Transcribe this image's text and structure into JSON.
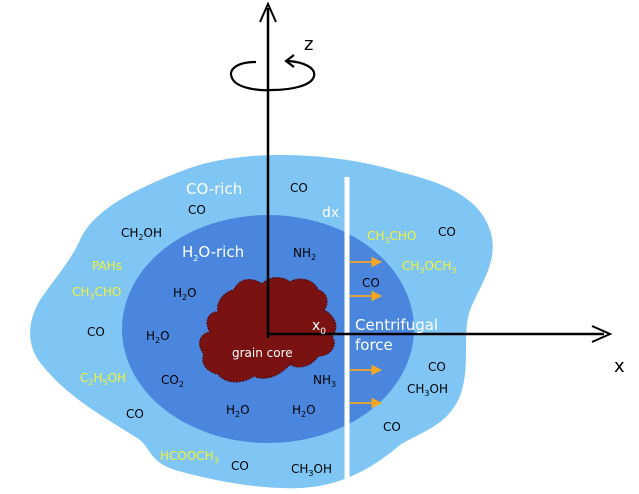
{
  "axes": {
    "z_label": "z",
    "x_label": "x"
  },
  "regions": {
    "outer_label": "CO-rich",
    "inner_label_main": "H",
    "inner_label_sub": "2",
    "inner_label_rest": "O-rich",
    "core_label": "grain core"
  },
  "annotations": {
    "dx": "dx",
    "x0_main": "x",
    "x0_sub": "0",
    "centrifugal_1": "Centrifugal",
    "centrifugal_2": "force"
  },
  "colors": {
    "outer_mantle": "#7fc6f5",
    "inner_mantle": "#4a86dd",
    "grain_core": "#7a1212",
    "yellow_molecule": "#f2f236",
    "arrow": "#f5a623",
    "text_white": "#ffffff"
  },
  "molecules": {
    "co_top": {
      "main": "CO"
    },
    "co_top2": {
      "main": "CO"
    },
    "ch2oh": {
      "p1": "CH",
      "s1": "2",
      "p2": "OH"
    },
    "pahs": {
      "main": "PAHs"
    },
    "ch3cho_left": {
      "p1": "CH",
      "s1": "3",
      "p2": "CHO"
    },
    "co_left": {
      "main": "CO"
    },
    "c2h5oh": {
      "p1": "C",
      "s1": "2",
      "p2": "H",
      "s2": "5",
      "p3": "OH"
    },
    "co_left_bottom": {
      "main": "CO"
    },
    "hcooch3": {
      "p1": "HCOOCH",
      "s1": "3"
    },
    "co_bottom": {
      "main": "CO"
    },
    "ch3oh_bottom": {
      "p1": "CH",
      "s1": "3",
      "p2": "OH"
    },
    "nh2": {
      "p1": "NH",
      "s1": "2"
    },
    "h2o_1": {
      "p1": "H",
      "s1": "2",
      "p2": "O"
    },
    "h2o_2": {
      "p1": "H",
      "s1": "2",
      "p2": "O"
    },
    "co2": {
      "p1": "CO",
      "s1": "2"
    },
    "h2o_3": {
      "p1": "H",
      "s1": "2",
      "p2": "O"
    },
    "h2o_4": {
      "p1": "H",
      "s1": "2",
      "p2": "O"
    },
    "nh3": {
      "p1": "NH",
      "s1": "3"
    },
    "ch3cho_right": {
      "p1": "CH",
      "s1": "3",
      "p2": "CHO"
    },
    "co_right_top": {
      "main": "CO"
    },
    "ch3och3": {
      "p1": "CH",
      "s1": "3",
      "p2": "OCH",
      "s2": "3"
    },
    "co_right_mid": {
      "main": "CO"
    },
    "co_right": {
      "main": "CO"
    },
    "ch3oh_right": {
      "p1": "CH",
      "s1": "3",
      "p2": "OH"
    },
    "co_right_bottom": {
      "main": "CO"
    }
  }
}
